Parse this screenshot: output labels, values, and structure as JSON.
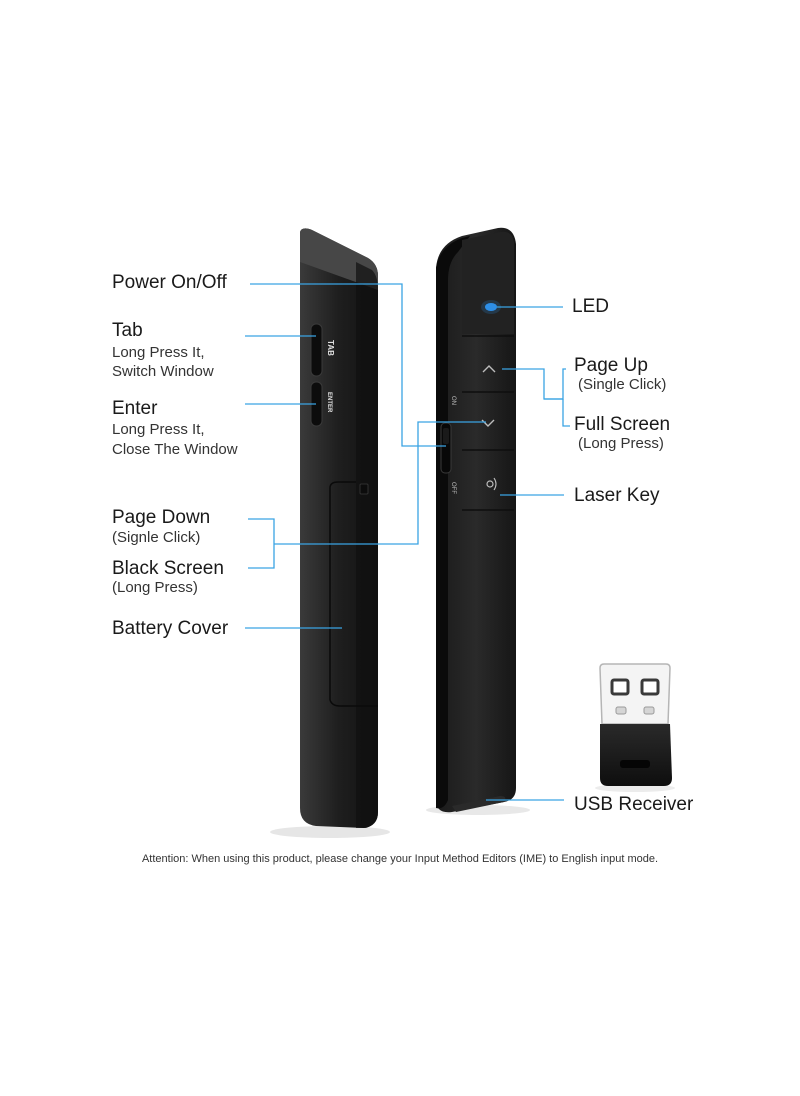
{
  "labels": {
    "power": "Power On/Off",
    "tab": "Tab",
    "tab_desc_1": "Long Press It,",
    "tab_desc_2": "Switch Window",
    "enter": "Enter",
    "enter_desc_1": "Long Press It,",
    "enter_desc_2": "Close The Window",
    "page_down": "Page Down",
    "page_down_desc": "(Signle Click)",
    "black_screen": "Black Screen",
    "black_screen_desc": "(Long Press)",
    "battery": "Battery Cover",
    "led": "LED",
    "page_up": "Page Up",
    "page_up_desc": "(Single Click)",
    "full_screen": "Full Screen",
    "full_screen_desc": "(Long Press)",
    "laser": "Laser Key",
    "usb": "USB Receiver"
  },
  "device_text": {
    "tab_print": "TAB",
    "enter_print": "ENTER",
    "on_print": "ON",
    "off_print": "OFF"
  },
  "attention": "Attention: When using this product, please change your Input Method Editors (IME) to English input mode.",
  "colors": {
    "callout_line": "#3aa3e3",
    "led": "#2f8fe8",
    "device_body": "#1c1c1c"
  },
  "icons": {
    "up_button": "chevron-up-icon",
    "down_button": "chevron-down-icon",
    "laser_button": "laser-icon"
  }
}
